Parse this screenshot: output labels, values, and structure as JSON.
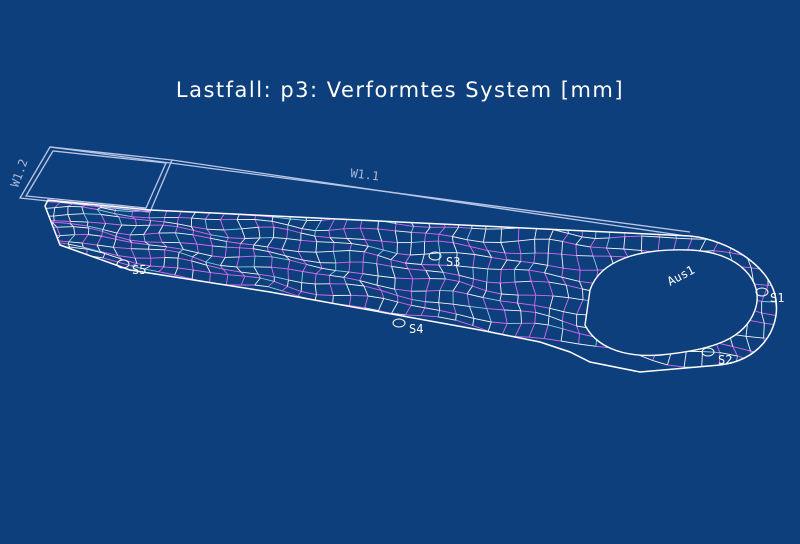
{
  "title": "Lastfall: p3: Verformtes System [mm]",
  "labels": {
    "w12": "W1.2",
    "w11": "W1.1",
    "s5": "S5",
    "s3": "S3",
    "s4": "S4",
    "aus1": "Aus1",
    "s1": "S1",
    "s2": "S2"
  },
  "colors": {
    "background": "#0d3f7c",
    "deformed_mesh": "#ffffff",
    "undeformed_mesh": "#d36bf0",
    "support_marker": "#ffffff",
    "wall_outline": "#b9c6e6"
  }
}
